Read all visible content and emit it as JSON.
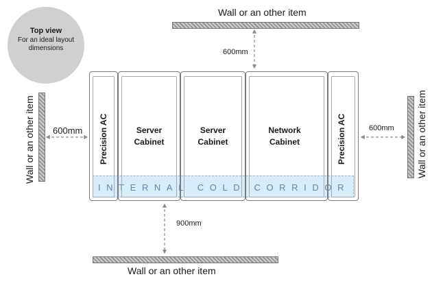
{
  "view": {
    "title": "Top view",
    "subtitle_line1": "For an ideal layout",
    "subtitle_line2": "dimensions"
  },
  "walls": {
    "top_label": "Wall or an other item",
    "bottom_label": "Wall or an other item",
    "left_label": "Wall or an other item",
    "right_label": "Wall or an other item"
  },
  "units": {
    "ac_left": "Precision AC",
    "server_1_line1": "Server",
    "server_1_line2": "Cabinet",
    "server_2_line1": "Server",
    "server_2_line2": "Cabinet",
    "network_line1": "Network",
    "network_line2": "Cabinet",
    "ac_right": "Precision AC"
  },
  "corridor": {
    "label": "INTERNAL COLD CORRIDOR"
  },
  "dimensions": {
    "top": "600mm",
    "left": "600mm",
    "right": "600mm",
    "bottom": "900mm"
  }
}
